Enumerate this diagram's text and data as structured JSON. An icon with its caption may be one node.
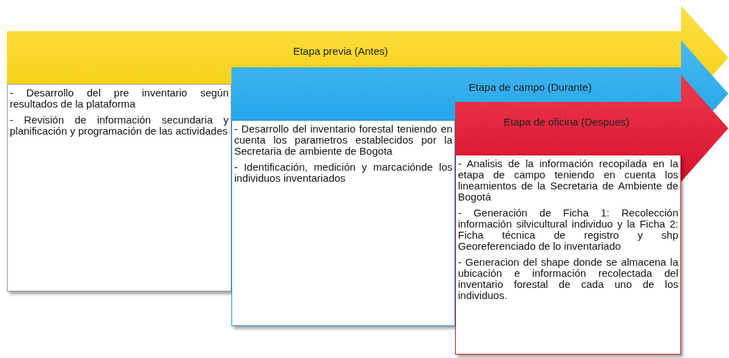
{
  "diagram": {
    "nodes": [
      {
        "text": [
          "Etapa previa (Antes)"
        ]
      },
      {
        "text": [
          "- Desarrollo del pre inventario según resultados de la plataforma",
          "- Revisión de información secundaria y planificación y  programación de las actividades"
        ]
      },
      {
        "text": [
          "Etapa de campo (Durante)"
        ]
      },
      {
        "text": [
          "- Desarrollo del inventario forestal teniendo en cuenta los parametros establecidos por la Secretaria de ambiente de Bogota",
          "- Identificación, medición y marcaciónde los individuos inventariados"
        ]
      },
      {
        "text": [
          "Etapa de oficina (Despues)"
        ]
      },
      {
        "text": [
          "- Analisis de la información recopilada en la etapa de campo teniendo en cuenta los lineamientos de la Secretaria de Ambiente de Bogotá",
          "- Generación de Ficha 1: Recolección información silvicultural individuo y la Ficha 2: Ficha técnica de registro y shp Georeferenciado de lo inventariado",
          "-  Generacion del shape donde se almacena la ubicación e información recolectada del inventario forestal de cada uno de los individuos."
        ]
      }
    ],
    "edges": []
  }
}
